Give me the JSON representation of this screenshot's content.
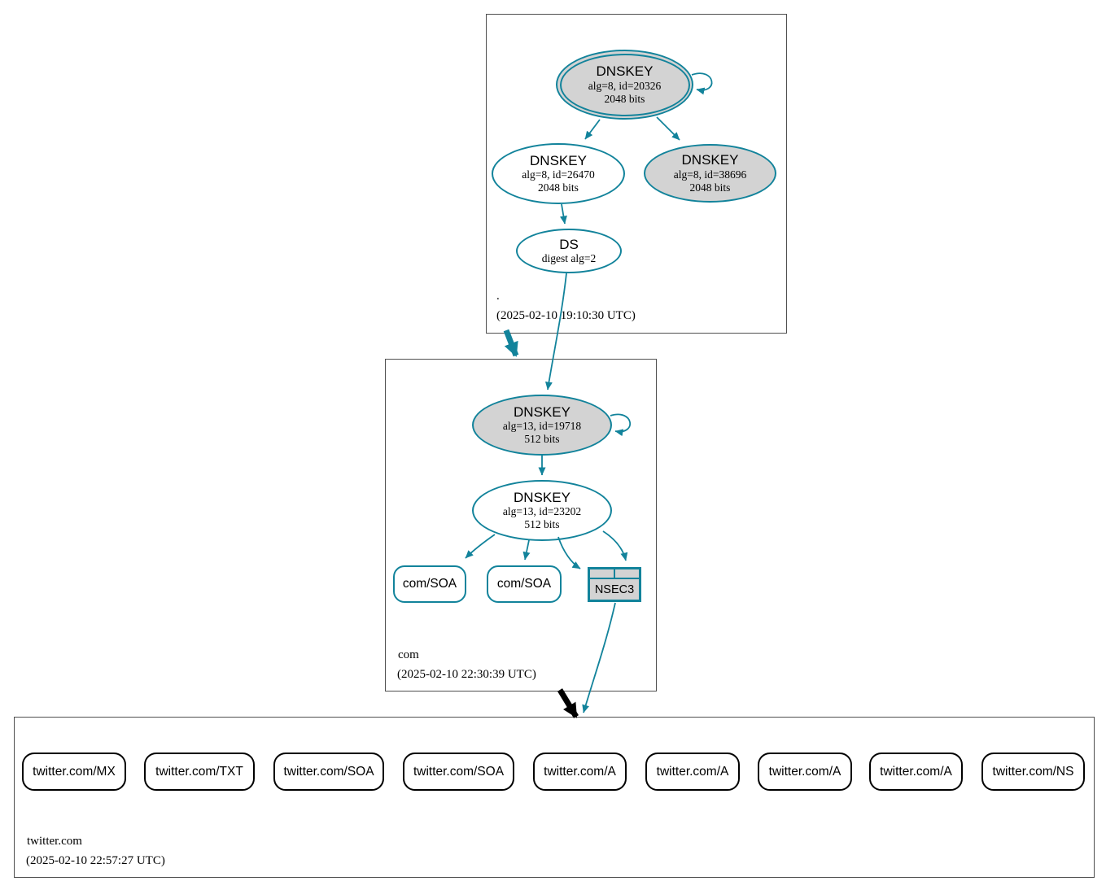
{
  "colors": {
    "secure_accent": "#12839b",
    "insecure_accent": "#000000",
    "key_fill": "#d3d3d3"
  },
  "zones": {
    "root": {
      "label": ".",
      "timestamp": "(2025-02-10 19:10:30 UTC)",
      "dnskey_ksk": {
        "title": "DNSKEY",
        "detail1": "alg=8, id=20326",
        "detail2": "2048 bits"
      },
      "dnskey_zsk": {
        "title": "DNSKEY",
        "detail1": "alg=8, id=26470",
        "detail2": "2048 bits"
      },
      "dnskey_other": {
        "title": "DNSKEY",
        "detail1": "alg=8, id=38696",
        "detail2": "2048 bits"
      },
      "ds": {
        "title": "DS",
        "detail1": "digest alg=2"
      }
    },
    "com": {
      "label": "com",
      "timestamp": "(2025-02-10 22:30:39 UTC)",
      "dnskey_ksk": {
        "title": "DNSKEY",
        "detail1": "alg=13, id=19718",
        "detail2": "512 bits"
      },
      "dnskey_zsk": {
        "title": "DNSKEY",
        "detail1": "alg=13, id=23202",
        "detail2": "512 bits"
      },
      "soa1": {
        "label": "com/SOA"
      },
      "soa2": {
        "label": "com/SOA"
      },
      "nsec3": {
        "label": "NSEC3"
      }
    },
    "twitter": {
      "label": "twitter.com",
      "timestamp": "(2025-02-10 22:57:27 UTC)",
      "rrsets": [
        {
          "label": "twitter.com/MX"
        },
        {
          "label": "twitter.com/TXT"
        },
        {
          "label": "twitter.com/SOA"
        },
        {
          "label": "twitter.com/SOA"
        },
        {
          "label": "twitter.com/A"
        },
        {
          "label": "twitter.com/A"
        },
        {
          "label": "twitter.com/A"
        },
        {
          "label": "twitter.com/A"
        },
        {
          "label": "twitter.com/NS"
        }
      ]
    }
  }
}
